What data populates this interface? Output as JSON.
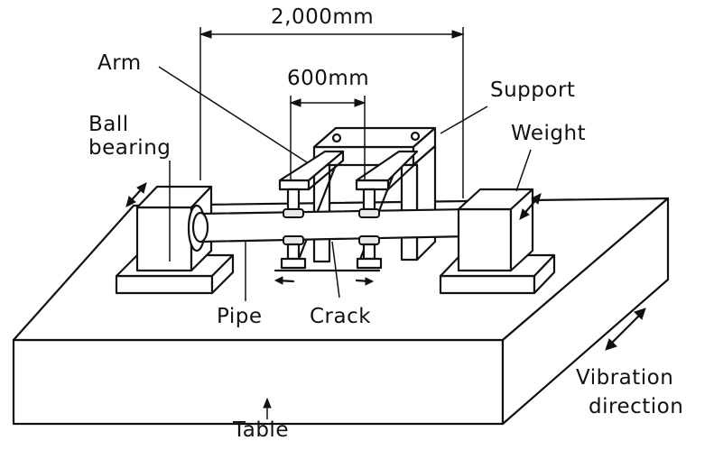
{
  "figure": {
    "dim_total": "2,000mm",
    "dim_inner": "600mm",
    "labels": {
      "arm": "Arm",
      "support": "Support",
      "ball": "Ball",
      "bearing": "bearing",
      "weight": "Weight",
      "pipe": "Pipe",
      "crack": "Crack",
      "vibration": "Vibration",
      "direction": "direction",
      "table": "Table"
    }
  }
}
